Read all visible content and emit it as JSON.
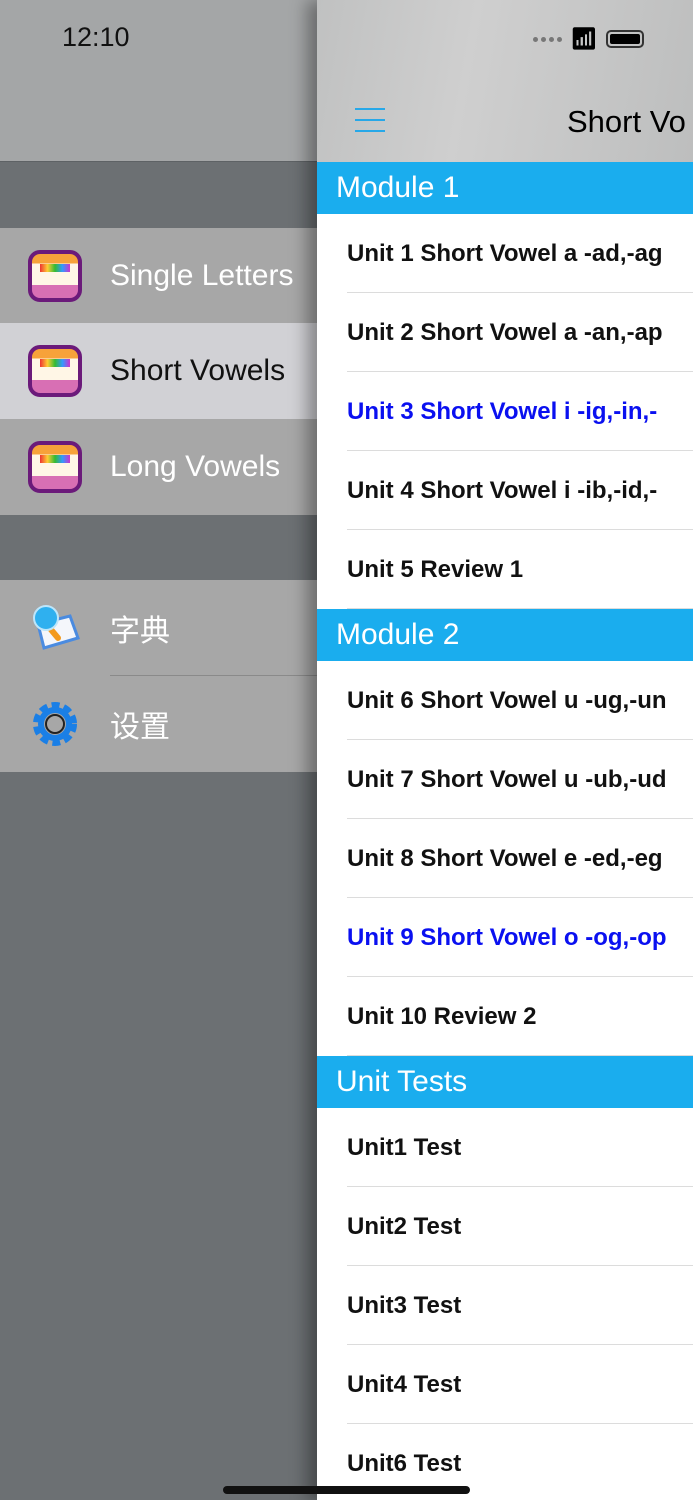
{
  "status_bar": {
    "time": "12:10"
  },
  "drawer": {
    "items": [
      {
        "label": "Single Letters",
        "icon": "app-icon",
        "selected": false
      },
      {
        "label": "Short Vowels",
        "icon": "app-icon",
        "selected": true
      },
      {
        "label": "Long Vowels",
        "icon": "app-icon",
        "selected": false
      }
    ],
    "tools": [
      {
        "label": "字典",
        "icon": "dictionary-icon"
      },
      {
        "label": "设置",
        "icon": "gear-icon"
      }
    ]
  },
  "main": {
    "title": "Short Vo",
    "menu_icon": "hamburger-icon",
    "sections": [
      {
        "header": "Module 1",
        "rows": [
          {
            "label": "Unit 1 Short Vowel a -ad,-ag",
            "highlight": false
          },
          {
            "label": "Unit 2 Short Vowel a -an,-ap",
            "highlight": false
          },
          {
            "label": "Unit 3 Short Vowel i -ig,-in,-",
            "highlight": true
          },
          {
            "label": "Unit 4 Short Vowel i -ib,-id,-",
            "highlight": false
          },
          {
            "label": "Unit 5 Review 1",
            "highlight": false
          }
        ]
      },
      {
        "header": "Module 2",
        "rows": [
          {
            "label": "Unit 6 Short Vowel u -ug,-un",
            "highlight": false
          },
          {
            "label": "Unit 7 Short Vowel u -ub,-ud",
            "highlight": false
          },
          {
            "label": "Unit 8 Short Vowel e -ed,-eg",
            "highlight": false
          },
          {
            "label": "Unit 9 Short Vowel o -og,-op",
            "highlight": true
          },
          {
            "label": "Unit 10 Review 2",
            "highlight": false
          }
        ]
      },
      {
        "header": "Unit Tests",
        "rows": [
          {
            "label": "Unit1 Test",
            "highlight": false
          },
          {
            "label": "Unit2 Test",
            "highlight": false
          },
          {
            "label": "Unit3 Test",
            "highlight": false
          },
          {
            "label": "Unit4 Test",
            "highlight": false
          },
          {
            "label": "Unit6 Test",
            "highlight": false
          }
        ]
      }
    ]
  },
  "colors": {
    "section_header": "#1aadee",
    "highlight_text": "#0a10f0",
    "selected_row": "#d1d1d5"
  }
}
